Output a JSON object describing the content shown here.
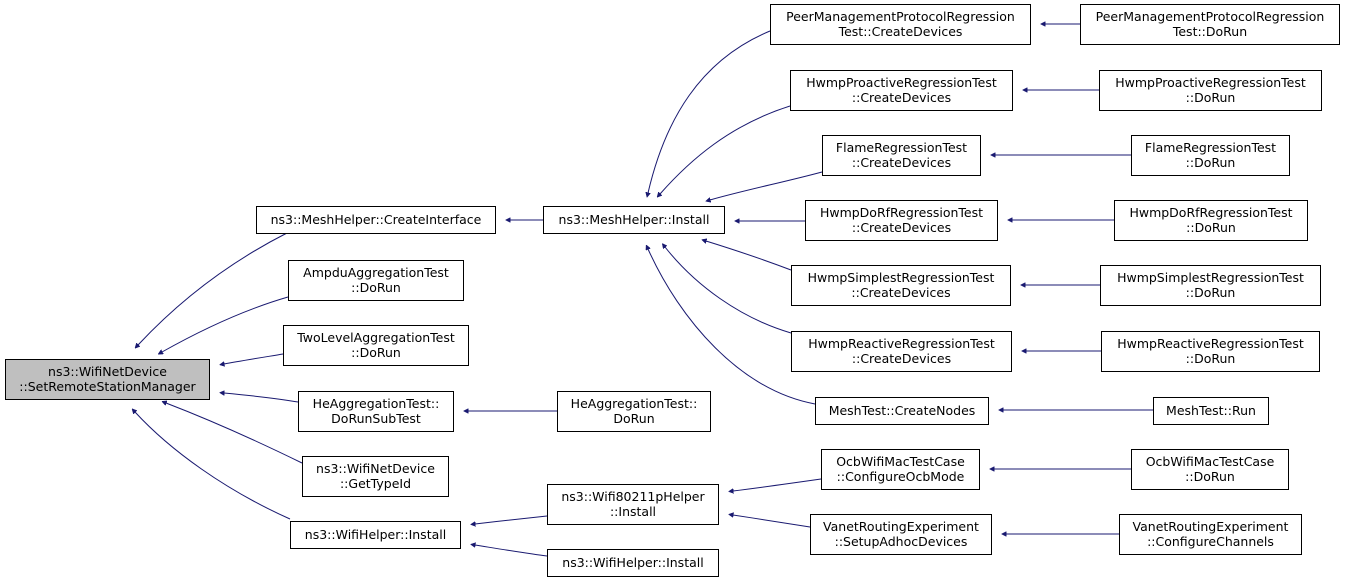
{
  "colors": {
    "edge": "#191970",
    "node_fill": "#ffffff",
    "node_stroke": "#000000",
    "focus_fill": "#bfbfbf",
    "text": "#000000"
  },
  "nodes": [
    {
      "id": "wifinetdevice-setremotestationmanager",
      "lines": [
        "ns3::WifiNetDevice",
        "::SetRemoteStationManager"
      ],
      "focus": true
    },
    {
      "id": "meshhelper-createinterface",
      "lines": [
        "ns3::MeshHelper::CreateInterface"
      ]
    },
    {
      "id": "ampduaggregationtest-dorun",
      "lines": [
        "AmpduAggregationTest",
        "::DoRun"
      ]
    },
    {
      "id": "twolevelaggregationtest-dorun",
      "lines": [
        "TwoLevelAggregationTest",
        "::DoRun"
      ]
    },
    {
      "id": "heaggregationtest-dorunsubtest",
      "lines": [
        "HeAggregationTest::",
        "DoRunSubTest"
      ]
    },
    {
      "id": "wifinetdevice-gettypeid",
      "lines": [
        "ns3::WifiNetDevice",
        "::GetTypeId"
      ]
    },
    {
      "id": "wifihelper-install-1",
      "lines": [
        "ns3::WifiHelper::Install"
      ]
    },
    {
      "id": "meshhelper-install",
      "lines": [
        "ns3::MeshHelper::Install"
      ]
    },
    {
      "id": "heaggregationtest-dorun",
      "lines": [
        "HeAggregationTest::",
        "DoRun"
      ]
    },
    {
      "id": "wifi80211phelper-install",
      "lines": [
        "ns3::Wifi80211pHelper",
        "::Install"
      ]
    },
    {
      "id": "wifihelper-install-2",
      "lines": [
        "ns3::WifiHelper::Install"
      ]
    },
    {
      "id": "peermanagementprotocolregressiontest-createdevices",
      "lines": [
        "PeerManagementProtocolRegression",
        "Test::CreateDevices"
      ]
    },
    {
      "id": "hwmpproactiveregressiontest-createdevices",
      "lines": [
        "HwmpProactiveRegressionTest",
        "::CreateDevices"
      ]
    },
    {
      "id": "flameregressiontest-createdevices",
      "lines": [
        "FlameRegressionTest",
        "::CreateDevices"
      ]
    },
    {
      "id": "hwmpdorfregressiontest-createdevices",
      "lines": [
        "HwmpDoRfRegressionTest",
        "::CreateDevices"
      ]
    },
    {
      "id": "hwmpsimplestregressiontest-createdevices",
      "lines": [
        "HwmpSimplestRegressionTest",
        "::CreateDevices"
      ]
    },
    {
      "id": "hwmpreactiveregressiontest-createdevices",
      "lines": [
        "HwmpReactiveRegressionTest",
        "::CreateDevices"
      ]
    },
    {
      "id": "meshtest-createnodes",
      "lines": [
        "MeshTest::CreateNodes"
      ]
    },
    {
      "id": "ocbwifimactestcase-configureocbmode",
      "lines": [
        "OcbWifiMacTestCase",
        "::ConfigureOcbMode"
      ]
    },
    {
      "id": "vanetroutingexperiment-setupadhocdevices",
      "lines": [
        "VanetRoutingExperiment",
        "::SetupAdhocDevices"
      ]
    },
    {
      "id": "peermanagementprotocolregressiontest-dorun",
      "lines": [
        "PeerManagementProtocolRegression",
        "Test::DoRun"
      ]
    },
    {
      "id": "hwmpproactiveregressiontest-dorun",
      "lines": [
        "HwmpProactiveRegressionTest",
        "::DoRun"
      ]
    },
    {
      "id": "flameregressiontest-dorun",
      "lines": [
        "FlameRegressionTest",
        "::DoRun"
      ]
    },
    {
      "id": "hwmpdorfregressiontest-dorun",
      "lines": [
        "HwmpDoRfRegressionTest",
        "::DoRun"
      ]
    },
    {
      "id": "hwmpsimplestregressiontest-dorun",
      "lines": [
        "HwmpSimplestRegressionTest",
        "::DoRun"
      ]
    },
    {
      "id": "hwmpreactiveregressiontest-dorun",
      "lines": [
        "HwmpReactiveRegressionTest",
        "::DoRun"
      ]
    },
    {
      "id": "meshtest-run",
      "lines": [
        "MeshTest::Run"
      ]
    },
    {
      "id": "ocbwifimactestcase-dorun",
      "lines": [
        "OcbWifiMacTestCase",
        "::DoRun"
      ]
    },
    {
      "id": "vanetroutingexperiment-configurechannels",
      "lines": [
        "VanetRoutingExperiment",
        "::ConfigureChannels"
      ]
    }
  ],
  "edges": [
    {
      "from": "meshhelper-createinterface",
      "to": "wifinetdevice-setremotestationmanager"
    },
    {
      "from": "ampduaggregationtest-dorun",
      "to": "wifinetdevice-setremotestationmanager"
    },
    {
      "from": "twolevelaggregationtest-dorun",
      "to": "wifinetdevice-setremotestationmanager"
    },
    {
      "from": "heaggregationtest-dorunsubtest",
      "to": "wifinetdevice-setremotestationmanager"
    },
    {
      "from": "wifinetdevice-gettypeid",
      "to": "wifinetdevice-setremotestationmanager"
    },
    {
      "from": "wifihelper-install-1",
      "to": "wifinetdevice-setremotestationmanager"
    },
    {
      "from": "meshhelper-install",
      "to": "meshhelper-createinterface"
    },
    {
      "from": "heaggregationtest-dorun",
      "to": "heaggregationtest-dorunsubtest"
    },
    {
      "from": "wifi80211phelper-install",
      "to": "wifihelper-install-1"
    },
    {
      "from": "wifihelper-install-2",
      "to": "wifihelper-install-1"
    },
    {
      "from": "peermanagementprotocolregressiontest-createdevices",
      "to": "meshhelper-install"
    },
    {
      "from": "hwmpproactiveregressiontest-createdevices",
      "to": "meshhelper-install"
    },
    {
      "from": "flameregressiontest-createdevices",
      "to": "meshhelper-install"
    },
    {
      "from": "hwmpdorfregressiontest-createdevices",
      "to": "meshhelper-install"
    },
    {
      "from": "hwmpsimplestregressiontest-createdevices",
      "to": "meshhelper-install"
    },
    {
      "from": "hwmpreactiveregressiontest-createdevices",
      "to": "meshhelper-install"
    },
    {
      "from": "meshtest-createnodes",
      "to": "meshhelper-install"
    },
    {
      "from": "ocbwifimactestcase-configureocbmode",
      "to": "wifi80211phelper-install"
    },
    {
      "from": "vanetroutingexperiment-setupadhocdevices",
      "to": "wifi80211phelper-install"
    },
    {
      "from": "peermanagementprotocolregressiontest-dorun",
      "to": "peermanagementprotocolregressiontest-createdevices"
    },
    {
      "from": "hwmpproactiveregressiontest-dorun",
      "to": "hwmpproactiveregressiontest-createdevices"
    },
    {
      "from": "flameregressiontest-dorun",
      "to": "flameregressiontest-createdevices"
    },
    {
      "from": "hwmpdorfregressiontest-dorun",
      "to": "hwmpdorfregressiontest-createdevices"
    },
    {
      "from": "hwmpsimplestregressiontest-dorun",
      "to": "hwmpsimplestregressiontest-createdevices"
    },
    {
      "from": "hwmpreactiveregressiontest-dorun",
      "to": "hwmpreactiveregressiontest-createdevices"
    },
    {
      "from": "meshtest-run",
      "to": "meshtest-createnodes"
    },
    {
      "from": "ocbwifimactestcase-dorun",
      "to": "ocbwifimactestcase-configureocbmode"
    },
    {
      "from": "vanetroutingexperiment-configurechannels",
      "to": "vanetroutingexperiment-setupadhocdevices"
    }
  ]
}
